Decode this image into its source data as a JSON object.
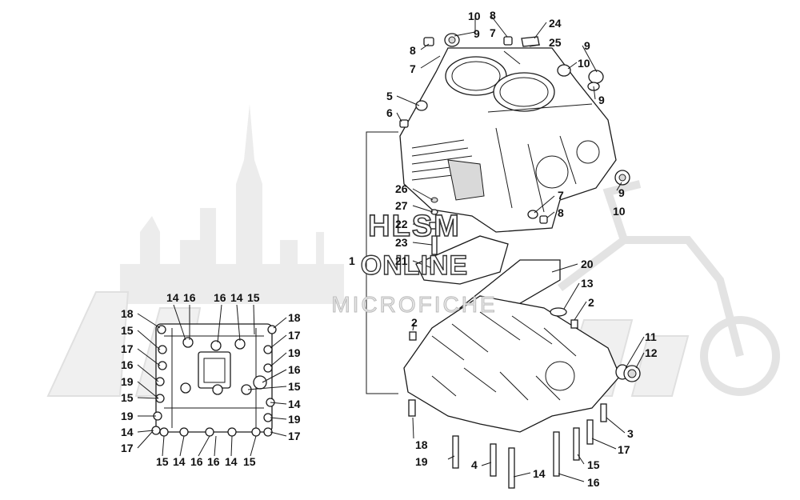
{
  "watermark": {
    "line1": "HLSM",
    "line2": "ONLINE",
    "line3": "MICROFICHE"
  },
  "callouts": [
    {
      "id": "c10a",
      "text": "10"
    },
    {
      "id": "c8a",
      "text": "8"
    },
    {
      "id": "c24",
      "text": "24"
    },
    {
      "id": "c9a",
      "text": "9"
    },
    {
      "id": "c7a",
      "text": "7"
    },
    {
      "id": "c25",
      "text": "25"
    },
    {
      "id": "c8b",
      "text": "8"
    },
    {
      "id": "c7b",
      "text": "7"
    },
    {
      "id": "c9b",
      "text": "9"
    },
    {
      "id": "c10b",
      "text": "10"
    },
    {
      "id": "c9c",
      "text": "9"
    },
    {
      "id": "c5",
      "text": "5"
    },
    {
      "id": "c6",
      "text": "6"
    },
    {
      "id": "c9d",
      "text": "9"
    },
    {
      "id": "c10c",
      "text": "10"
    },
    {
      "id": "c7c",
      "text": "7"
    },
    {
      "id": "c8c",
      "text": "8"
    },
    {
      "id": "c26",
      "text": "26"
    },
    {
      "id": "c27",
      "text": "27"
    },
    {
      "id": "c22",
      "text": "22"
    },
    {
      "id": "c23",
      "text": "23"
    },
    {
      "id": "c1",
      "text": "1"
    },
    {
      "id": "c21",
      "text": "21"
    },
    {
      "id": "c20",
      "text": "20"
    },
    {
      "id": "c13",
      "text": "13"
    },
    {
      "id": "c2a",
      "text": "2"
    },
    {
      "id": "c2b",
      "text": "2"
    },
    {
      "id": "c11",
      "text": "11"
    },
    {
      "id": "c12",
      "text": "12"
    },
    {
      "id": "c3",
      "text": "3"
    },
    {
      "id": "c17a",
      "text": "17"
    },
    {
      "id": "c18a",
      "text": "18"
    },
    {
      "id": "c19a",
      "text": "19"
    },
    {
      "id": "c4",
      "text": "4"
    },
    {
      "id": "c14a",
      "text": "14"
    },
    {
      "id": "c15a",
      "text": "15"
    },
    {
      "id": "c16a",
      "text": "16"
    },
    {
      "id": "l18a",
      "text": "18"
    },
    {
      "id": "l15a",
      "text": "15"
    },
    {
      "id": "l17a",
      "text": "17"
    },
    {
      "id": "l16a",
      "text": "16"
    },
    {
      "id": "l19a",
      "text": "19"
    },
    {
      "id": "l15b",
      "text": "15"
    },
    {
      "id": "l19b",
      "text": "19"
    },
    {
      "id": "l14a",
      "text": "14"
    },
    {
      "id": "l17b",
      "text": "17"
    },
    {
      "id": "t14a",
      "text": "14"
    },
    {
      "id": "t16a",
      "text": "16"
    },
    {
      "id": "t16b",
      "text": "16"
    },
    {
      "id": "t14b",
      "text": "14"
    },
    {
      "id": "t15a",
      "text": "15"
    },
    {
      "id": "r18",
      "text": "18"
    },
    {
      "id": "r17a",
      "text": "17"
    },
    {
      "id": "r19a",
      "text": "19"
    },
    {
      "id": "r16",
      "text": "16"
    },
    {
      "id": "r15",
      "text": "15"
    },
    {
      "id": "r14",
      "text": "14"
    },
    {
      "id": "r19b",
      "text": "19"
    },
    {
      "id": "r17b",
      "text": "17"
    },
    {
      "id": "b15a",
      "text": "15"
    },
    {
      "id": "b14a",
      "text": "14"
    },
    {
      "id": "b16a",
      "text": "16"
    },
    {
      "id": "b16b",
      "text": "16"
    },
    {
      "id": "b14b",
      "text": "14"
    },
    {
      "id": "b15b",
      "text": "15"
    }
  ]
}
